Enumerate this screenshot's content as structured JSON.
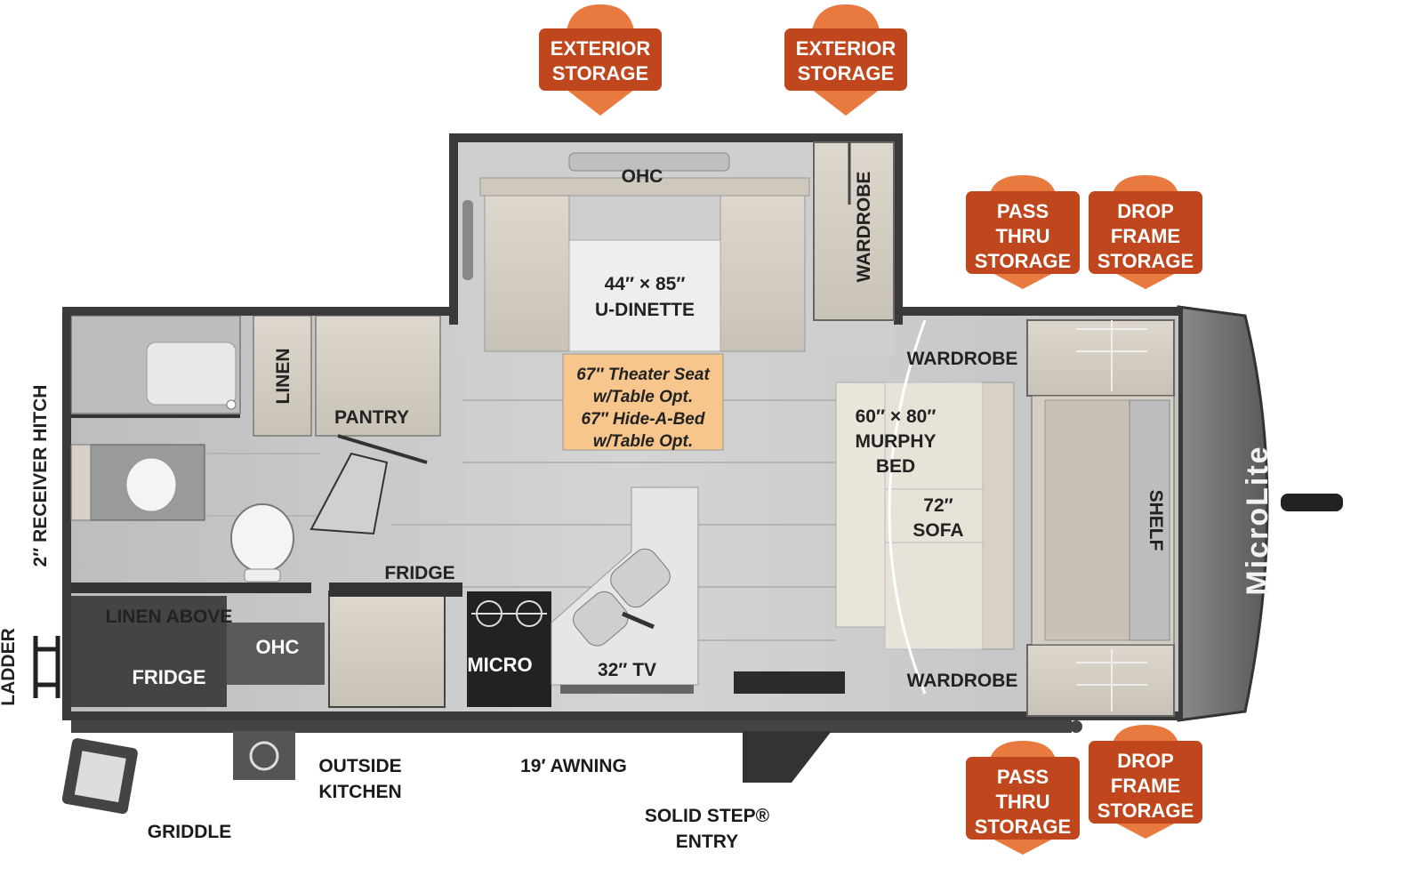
{
  "brand": {
    "logo_text": "MicroLite"
  },
  "colors": {
    "badge": "#c0471d",
    "badge_point": "#e87a3f",
    "note_box": "#f7c68c",
    "floor": "#c9c9c9",
    "wall": "#3a3a3a",
    "cabinet": "#d6d0c6",
    "upholstery": "#e4ded2",
    "shell": "#6e6e6e"
  },
  "badges": {
    "exterior_storage_1": [
      "EXTERIOR",
      "STORAGE"
    ],
    "exterior_storage_2": [
      "EXTERIOR",
      "STORAGE"
    ],
    "pass_thru_top": [
      "PASS",
      "THRU",
      "STORAGE"
    ],
    "drop_frame_top": [
      "DROP",
      "FRAME",
      "STORAGE"
    ],
    "pass_thru_bottom": [
      "PASS",
      "THRU",
      "STORAGE"
    ],
    "drop_frame_bottom": [
      "DROP",
      "FRAME",
      "STORAGE"
    ]
  },
  "labels": {
    "ohc_top": "OHC",
    "wardrobe_slide": "WARDROBE",
    "dinette_size": "44″ × 85″",
    "dinette": "U-DINETTE",
    "theater_note": [
      "67″ Theater Seat",
      "w/Table Opt.",
      "67″ Hide-A-Bed",
      "w/Table Opt."
    ],
    "linen": "LINEN",
    "pantry": "PANTRY",
    "receiver_hitch": "2″ RECEIVER HITCH",
    "ladder": "LADDER",
    "linen_above": "LINEN ABOVE",
    "ohc_kitchen": "OHC",
    "fridge_rear": "FRIDGE",
    "fridge_main": "FRIDGE",
    "micro": "MICRO",
    "tv": "32″ TV",
    "wardrobe_top": "WARDROBE",
    "wardrobe_bottom": "WARDROBE",
    "murphy_bed": [
      "60″ × 80″",
      "MURPHY",
      "BED"
    ],
    "sofa": [
      "72″",
      "SOFA"
    ],
    "shelf": "SHELF",
    "outside_kitchen": [
      "OUTSIDE",
      "KITCHEN"
    ],
    "awning": "19′ AWNING",
    "griddle": "GRIDDLE",
    "solid_step": [
      "SOLID STEP®",
      "ENTRY"
    ]
  }
}
